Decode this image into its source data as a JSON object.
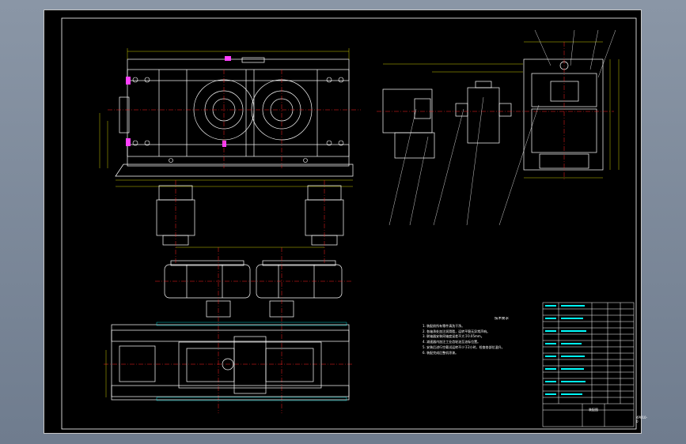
{
  "drawing": {
    "colors": {
      "background": "#000000",
      "outline": "#ffffff",
      "centerline": "#ff2020",
      "dimension": "#ffff00",
      "hatch": "#00ffff",
      "accent": "#ff40ff",
      "frame": "#c8c8c8"
    },
    "technical_requirements": {
      "heading": "技术要求",
      "lines": [
        "1. 装配前所有零件清洗干净。",
        "2. 各轴承处加注润滑脂，运转平稳无异常声响。",
        "3. 联轴器安装同轴度误差不大于0.05mm。",
        "4. 减速器内加注工业齿轮油至油标位置。",
        "5. 安装后进行空载试运转不少于2小时，检查各部位温升。",
        "6. 装配完成后整机涂漆。"
      ]
    },
    "title_block": {
      "title": "装配图",
      "drawing_number": "4P010-0"
    }
  }
}
